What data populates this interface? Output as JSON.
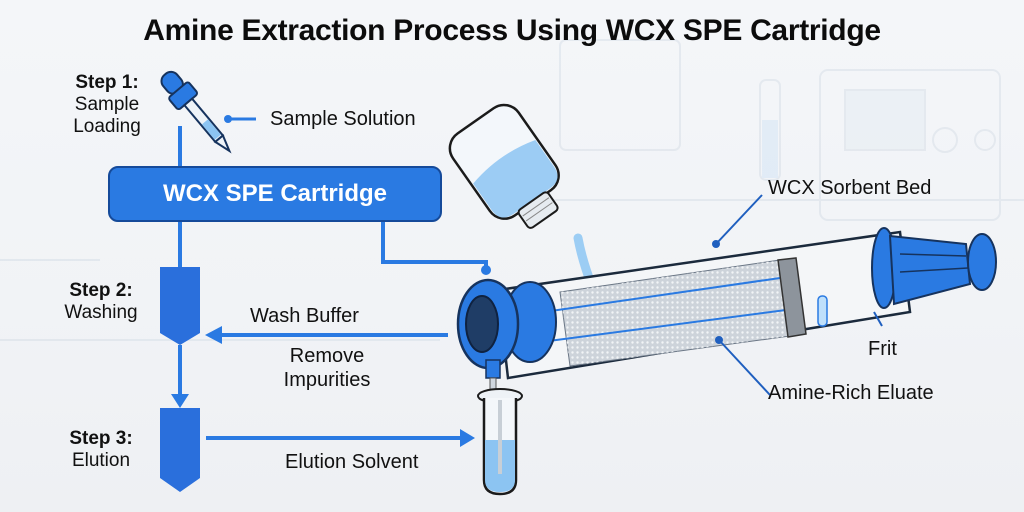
{
  "title": "Amine Extraction Process Using WCX SPE Cartridge",
  "steps": [
    {
      "label": "Step 1:",
      "desc_line1": "Sample",
      "desc_line2": "Loading"
    },
    {
      "label": "Step 2:",
      "desc_line1": "Washing",
      "desc_line2": ""
    },
    {
      "label": "Step 3:",
      "desc_line1": "Elution",
      "desc_line2": ""
    }
  ],
  "cartridge_box": {
    "label": "WCX SPE Cartridge"
  },
  "annotations": {
    "sample_solution": "Sample Solution",
    "wash_buffer": "Wash Buffer",
    "remove_line1": "Remove",
    "remove_line2": "Impurities",
    "elution_solvent": "Elution Solvent",
    "sorbent_bed": "WCX Sorbent Bed",
    "frit": "Frit",
    "eluate": "Amine-Rich Eluate"
  },
  "colors": {
    "primary_blue": "#2a7ae2",
    "dark_outline": "#154a9a",
    "liquid": "#8cc4f2"
  }
}
